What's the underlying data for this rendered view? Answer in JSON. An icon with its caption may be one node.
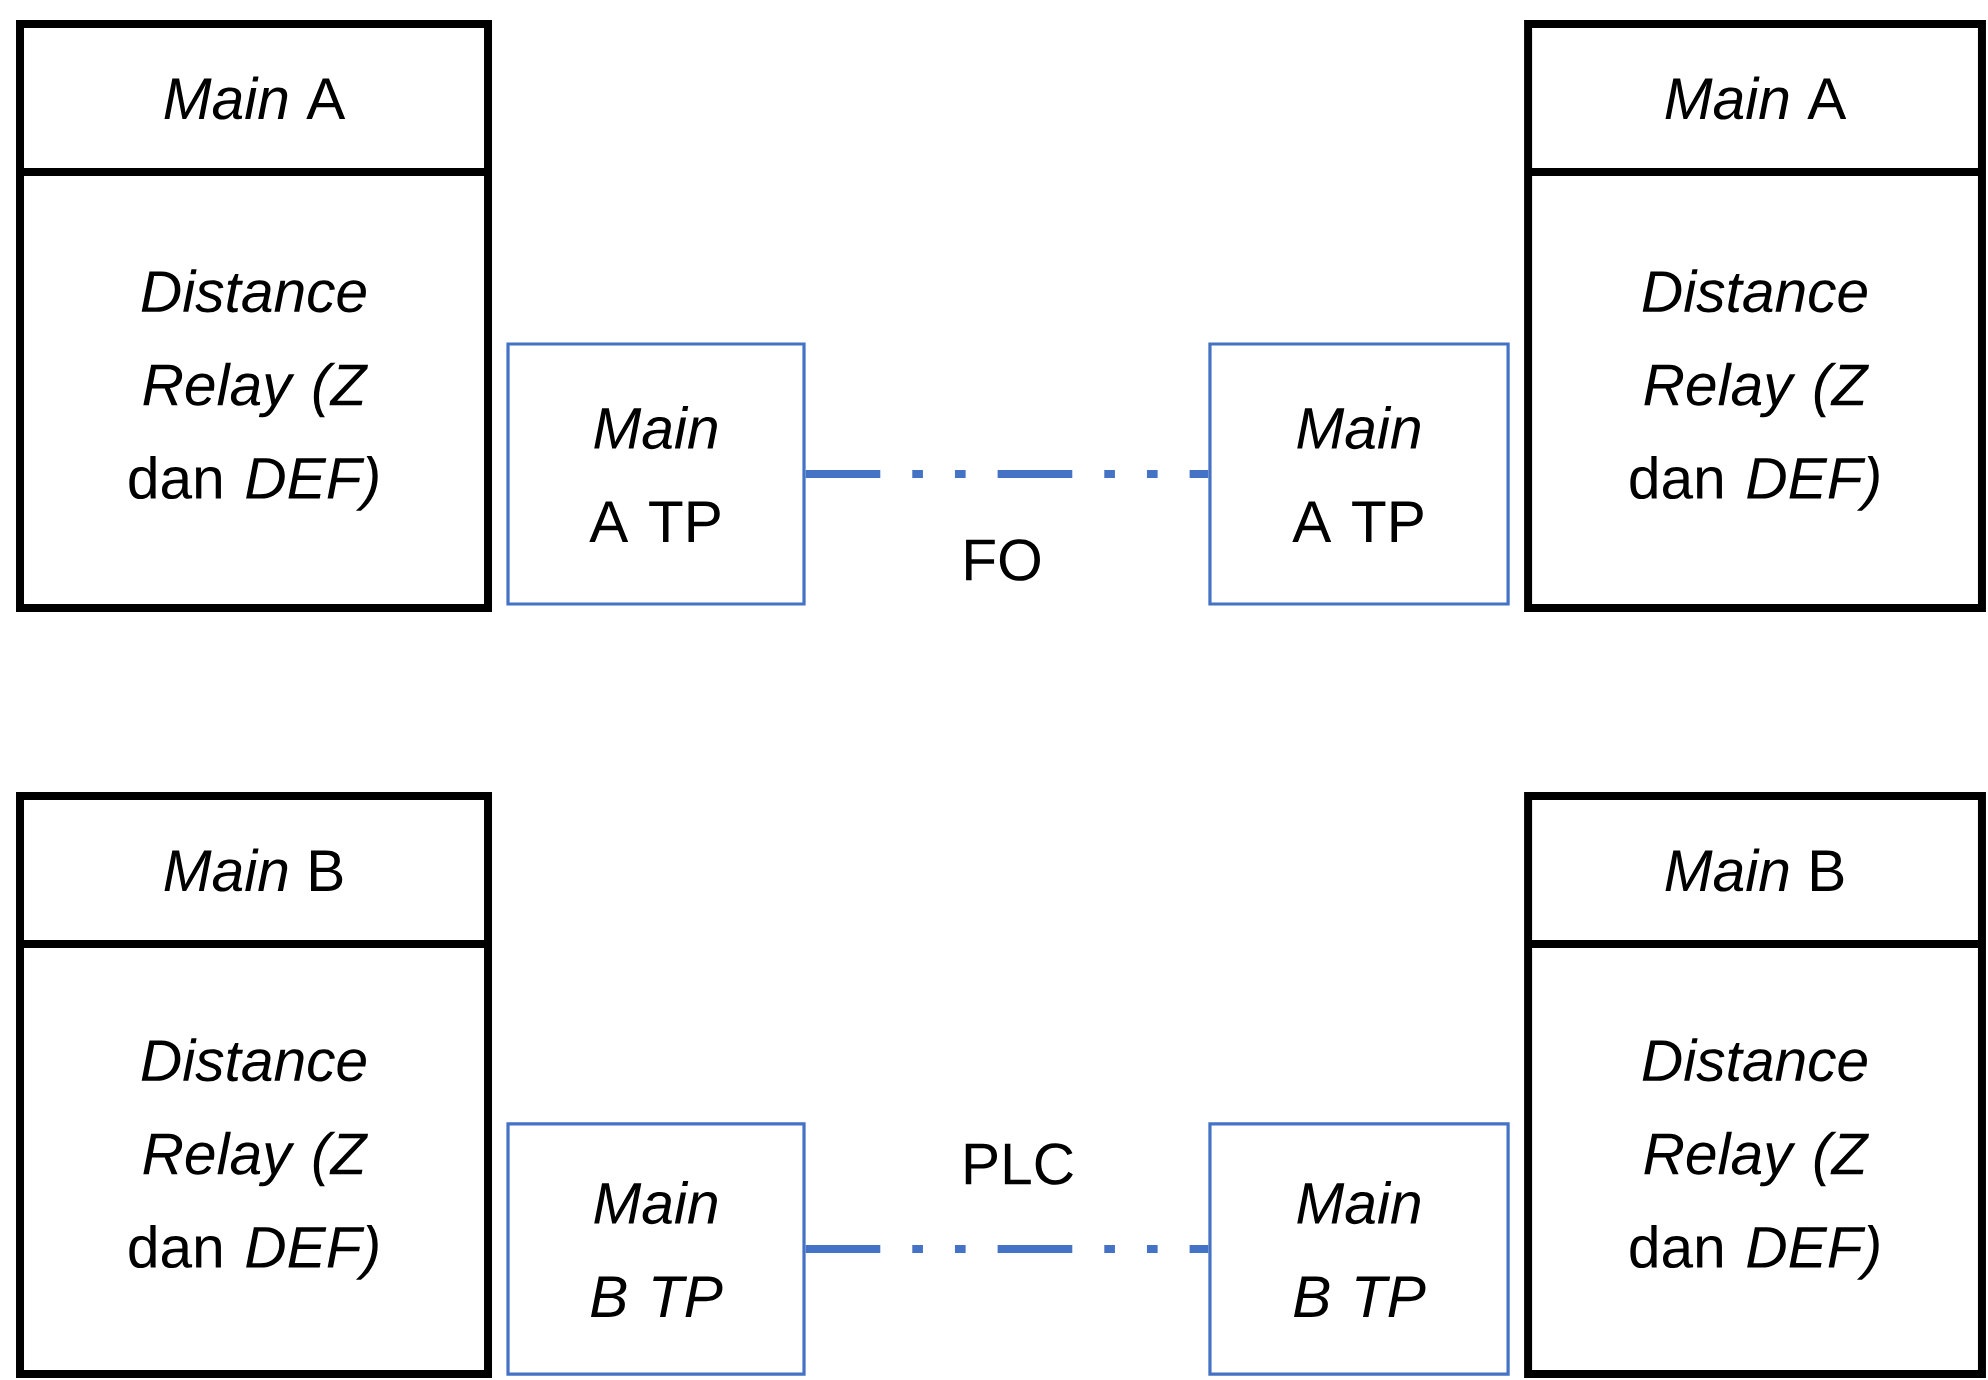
{
  "diagram": {
    "nodes": [
      {
        "text": [
          "*Main* A",
          "*Distance Relay (Z* dan *DEF)*"
        ]
      },
      {
        "text": [
          "*Main* A TP"
        ]
      },
      {
        "text": [
          "*Main* A TP"
        ]
      },
      {
        "text": [
          "*Main* A",
          "*Distance Relay (Z* dan *DEF)*"
        ]
      },
      {
        "text": [
          "*Main* B",
          "*Distance Relay (Z* dan *DEF)*"
        ]
      },
      {
        "text": [
          "Main B TP"
        ]
      },
      {
        "text": [
          "Main B TP"
        ]
      },
      {
        "text": [
          "*Main* B",
          "*Distance Relay (Z* dan *DEF)*"
        ]
      }
    ],
    "edges": [
      {
        "from": 1,
        "to": 2,
        "arrow": "none",
        "style": "dashed",
        "label": "FO"
      },
      {
        "from": 5,
        "to": 6,
        "arrow": "none",
        "style": "dashed",
        "label": "PLC"
      }
    ]
  }
}
